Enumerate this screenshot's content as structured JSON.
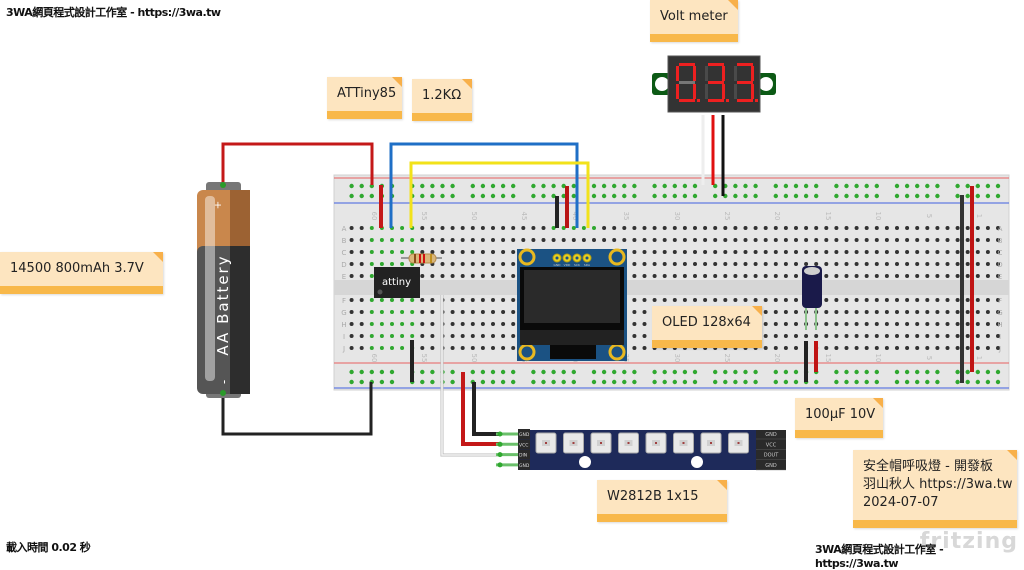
{
  "header": {
    "watermark": "3WA網頁程式設計工作室 - https://3wa.tw"
  },
  "footer": {
    "load_time": "載入時間 0.02 秒",
    "watermark": "3WA網頁程式設計工作室 - https://3wa.tw",
    "brand": "fritzing"
  },
  "notes": {
    "volt_meter": "Volt meter",
    "attiny": "ATTiny85",
    "resistor": "1.2KΩ",
    "battery": "14500 800mAh 3.7V",
    "oled": "OLED 128x64",
    "capacitor": "100µF 10V",
    "led_strip": "W2812B 1x15",
    "project": "安全帽呼吸燈 - 開發板\n羽山秋人 https://3wa.tw\n2024-07-07"
  },
  "components": {
    "battery": {
      "label": "AA Battery",
      "plus": "+",
      "minus": "-"
    },
    "attiny_chip": {
      "label": "attiny"
    },
    "voltmeter": {
      "display": "0.3.3"
    },
    "oled": {
      "pins": [
        "GND",
        "VDD",
        "SCK",
        "SDA"
      ],
      "pin_start": "1",
      "pin_end": "4"
    },
    "led_strip": {
      "left_pins": [
        "GND",
        "VCC",
        "DIN",
        "GND"
      ],
      "right_pins": [
        "GND",
        "VCC",
        "DOUT",
        "GND"
      ],
      "led_count_visible": 8
    },
    "breadboard": {
      "row_letters_top": [
        "A",
        "B",
        "C",
        "D",
        "E"
      ],
      "row_letters_bottom": [
        "F",
        "G",
        "H",
        "I",
        "J"
      ],
      "column_labels": [
        "60",
        "55",
        "50",
        "45",
        "40",
        "35",
        "30",
        "25",
        "20",
        "15",
        "10",
        "5",
        "1"
      ]
    }
  },
  "colors": {
    "note_bg": "#fde5c0",
    "note_bar": "#f8b84a",
    "wire_red": "#c41818",
    "wire_blue": "#1f6fc6",
    "wire_yellow": "#f2e21a",
    "wire_black": "#222222",
    "wire_white": "#e8e8e8",
    "breadboard": "#e6e6e6",
    "rail_red": "#e86060",
    "rail_blue": "#4060e0",
    "hole_active": "#2fa82f"
  }
}
